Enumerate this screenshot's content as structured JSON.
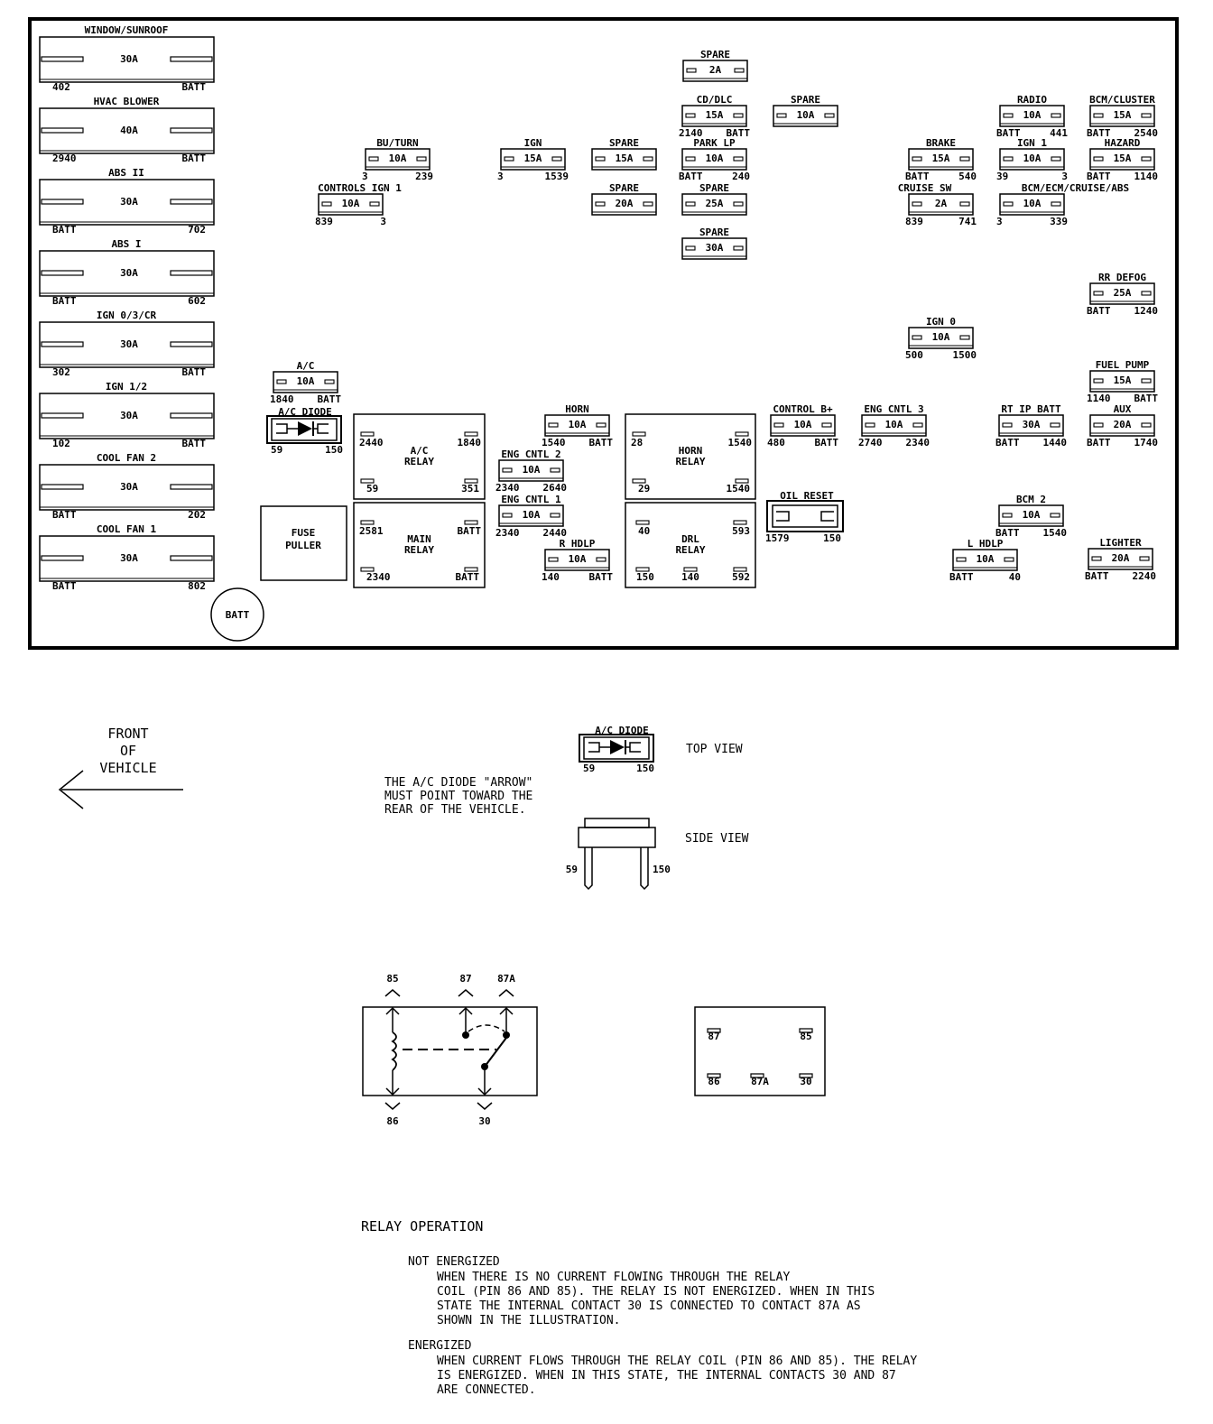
{
  "big_fuses": [
    {
      "name": "WINDOW/SUNROOF",
      "amp": "30A",
      "left": "402",
      "right": "BATT"
    },
    {
      "name": "HVAC BLOWER",
      "amp": "40A",
      "left": "2940",
      "right": "BATT"
    },
    {
      "name": "ABS II",
      "amp": "30A",
      "left": "BATT",
      "right": "702"
    },
    {
      "name": "ABS I",
      "amp": "30A",
      "left": "BATT",
      "right": "602"
    },
    {
      "name": "IGN 0/3/CR",
      "amp": "30A",
      "left": "302",
      "right": "BATT"
    },
    {
      "name": "IGN 1/2",
      "amp": "30A",
      "left": "102",
      "right": "BATT"
    },
    {
      "name": "COOL FAN 2",
      "amp": "30A",
      "left": "BATT",
      "right": "202"
    },
    {
      "name": "COOL FAN 1",
      "amp": "30A",
      "left": "BATT",
      "right": "802"
    }
  ],
  "mini_fuses": [
    {
      "id": "spare-2a",
      "name": "SPARE",
      "amp": "2A",
      "left": "",
      "right": ""
    },
    {
      "id": "cd-dlc",
      "name": "CD/DLC",
      "amp": "15A",
      "left": "2140",
      "right": "BATT"
    },
    {
      "id": "spare-10a-top",
      "name": "SPARE",
      "amp": "10A",
      "left": "",
      "right": ""
    },
    {
      "id": "radio",
      "name": "RADIO",
      "amp": "10A",
      "left": "BATT",
      "right": "441"
    },
    {
      "id": "bcm-cluster",
      "name": "BCM/CLUSTER",
      "amp": "15A",
      "left": "BATT",
      "right": "2540"
    },
    {
      "id": "bu-turn",
      "name": "BU/TURN",
      "amp": "10A",
      "left": "3",
      "right": "239"
    },
    {
      "id": "ign",
      "name": "IGN",
      "amp": "15A",
      "left": "3",
      "right": "1539"
    },
    {
      "id": "spare-15a",
      "name": "SPARE",
      "amp": "15A",
      "left": "",
      "right": ""
    },
    {
      "id": "park-lp",
      "name": "PARK LP",
      "amp": "10A",
      "left": "BATT",
      "right": "240"
    },
    {
      "id": "brake",
      "name": "BRAKE",
      "amp": "15A",
      "left": "BATT",
      "right": "540"
    },
    {
      "id": "ign-1",
      "name": "IGN 1",
      "amp": "10A",
      "left": "39",
      "right": "3"
    },
    {
      "id": "hazard",
      "name": "HAZARD",
      "amp": "15A",
      "left": "BATT",
      "right": "1140"
    },
    {
      "id": "controls-ign-1",
      "name": "CONTROLS IGN 1",
      "amp": "10A",
      "left": "839",
      "right": "3"
    },
    {
      "id": "spare-20a",
      "name": "SPARE",
      "amp": "20A",
      "left": "",
      "right": ""
    },
    {
      "id": "spare-25a",
      "name": "SPARE",
      "amp": "25A",
      "left": "",
      "right": ""
    },
    {
      "id": "cruise-sw",
      "name": "CRUISE SW",
      "amp": "2A",
      "left": "839",
      "right": "741"
    },
    {
      "id": "bcm-ecm",
      "name": "BCM/ECM/CRUISE/ABS",
      "amp": "10A",
      "left": "3",
      "right": "339"
    },
    {
      "id": "spare-30a",
      "name": "SPARE",
      "amp": "30A",
      "left": "",
      "right": ""
    },
    {
      "id": "rr-defog",
      "name": "RR DEFOG",
      "amp": "25A",
      "left": "BATT",
      "right": "1240"
    },
    {
      "id": "ign-0",
      "name": "IGN 0",
      "amp": "10A",
      "left": "500",
      "right": "1500"
    },
    {
      "id": "a-c",
      "name": "A/C",
      "amp": "10A",
      "left": "1840",
      "right": "BATT"
    },
    {
      "id": "fuel-pump",
      "name": "FUEL PUMP",
      "amp": "15A",
      "left": "1140",
      "right": "BATT"
    },
    {
      "id": "horn",
      "name": "HORN",
      "amp": "10A",
      "left": "1540",
      "right": "BATT"
    },
    {
      "id": "control-b",
      "name": "CONTROL B+",
      "amp": "10A",
      "left": "480",
      "right": "BATT"
    },
    {
      "id": "eng-cntl-3",
      "name": "ENG CNTL 3",
      "amp": "10A",
      "left": "2740",
      "right": "2340"
    },
    {
      "id": "rt-ip-batt",
      "name": "RT IP BATT",
      "amp": "30A",
      "left": "BATT",
      "right": "1440"
    },
    {
      "id": "aux",
      "name": "AUX",
      "amp": "20A",
      "left": "BATT",
      "right": "1740"
    },
    {
      "id": "eng-cntl-2",
      "name": "ENG CNTL 2",
      "amp": "10A",
      "left": "2340",
      "right": "2640"
    },
    {
      "id": "eng-cntl-1",
      "name": "ENG CNTL 1",
      "amp": "10A",
      "left": "2340",
      "right": "2440"
    },
    {
      "id": "bcm-2",
      "name": "BCM 2",
      "amp": "10A",
      "left": "BATT",
      "right": "1540"
    },
    {
      "id": "r-hdlp",
      "name": "R HDLP",
      "amp": "10A",
      "left": "140",
      "right": "BATT"
    },
    {
      "id": "l-hdlp",
      "name": "L HDLP",
      "amp": "10A",
      "left": "BATT",
      "right": "40"
    },
    {
      "id": "lighter",
      "name": "LIGHTER",
      "amp": "20A",
      "left": "BATT",
      "right": "2240"
    }
  ],
  "relays": [
    {
      "id": "ac-relay",
      "name": "A/C\nRELAY",
      "pins": [
        "2440",
        "1840",
        "59",
        "351"
      ]
    },
    {
      "id": "main-relay",
      "name": "MAIN\nRELAY",
      "pins": [
        "2581",
        "BATT",
        "2340",
        "BATT"
      ]
    },
    {
      "id": "horn-relay",
      "name": "HORN\nRELAY",
      "pins": [
        "28",
        "1540",
        "29",
        "1540"
      ]
    },
    {
      "id": "drl-relay",
      "name": "DRL\nRELAY",
      "pins": [
        "40",
        "593",
        "150",
        "140",
        "592"
      ]
    }
  ],
  "ac_diode": {
    "name": "A/C DIODE",
    "left": "59",
    "right": "150"
  },
  "oil_reset": {
    "name": "OIL RESET",
    "left": "1579",
    "right": "150"
  },
  "fuse_puller": "FUSE\nPULLER",
  "batt_label": "BATT",
  "front_label": "FRONT\nOF\nVEHICLE",
  "diode_detail": {
    "name": "A/C DIODE",
    "left": "59",
    "right": "150",
    "top_view": "TOP VIEW",
    "side_view": "SIDE VIEW",
    "note": "THE A/C DIODE \"ARROW\"\nMUST POINT TOWARD THE\nREAR OF THE VEHICLE."
  },
  "relay_schematic": {
    "pins": [
      "85",
      "87",
      "87A",
      "86",
      "30"
    ]
  },
  "relay_pinout": [
    "87",
    "85",
    "86",
    "87A",
    "30"
  ],
  "relay_operation": {
    "title": "RELAY OPERATION",
    "sections": [
      {
        "heading": "NOT ENERGIZED",
        "text": "WHEN THERE IS NO CURRENT FLOWING THROUGH THE RELAY\nCOIL (PIN 86 AND 85). THE RELAY IS NOT ENERGIZED.  WHEN IN THIS\nSTATE THE INTERNAL CONTACT 30 IS CONNECTED TO CONTACT 87A AS\nSHOWN IN THE ILLUSTRATION."
      },
      {
        "heading": "ENERGIZED",
        "text": "WHEN CURRENT FLOWS THROUGH THE RELAY COIL (PIN 86 AND 85). THE RELAY\nIS ENERGIZED.  WHEN IN THIS STATE, THE INTERNAL CONTACTS 30 AND 87\nARE CONNECTED."
      }
    ]
  }
}
